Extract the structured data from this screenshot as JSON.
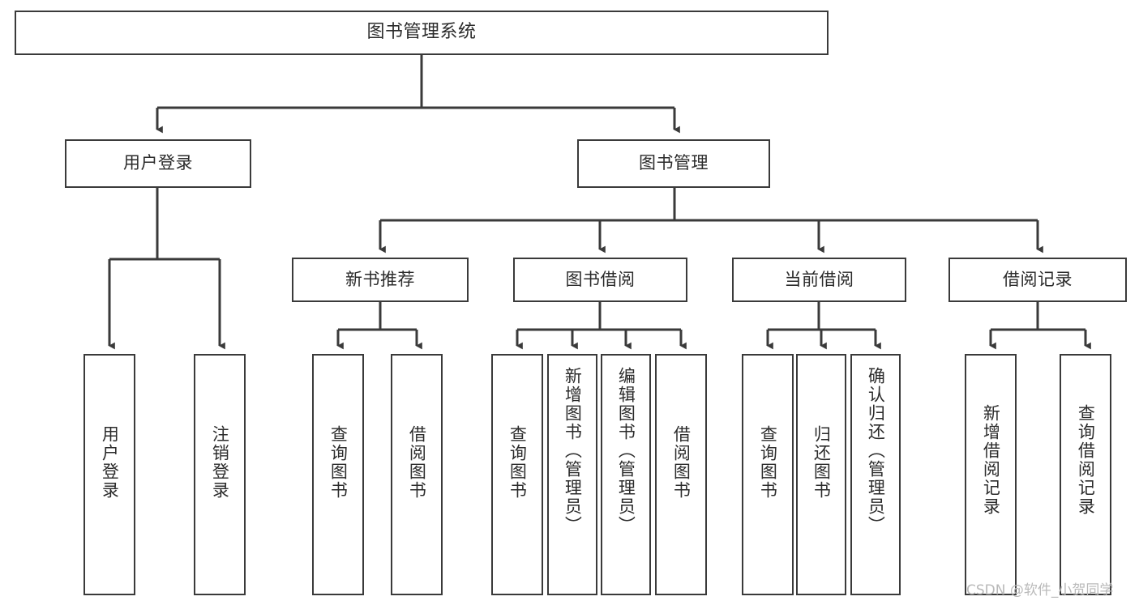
{
  "diagram": {
    "type": "tree-hierarchy-chart",
    "title": "图书管理系统",
    "watermark": "CSDN @软件_小贺同学",
    "colors": {
      "background": "#ffffff",
      "stroke": "#3a3a3a",
      "text": "#2b2b2b",
      "watermark": "#b9b9b9"
    },
    "nodes": {
      "root": {
        "label": "图书管理系统"
      },
      "level2": [
        {
          "id": "user-login",
          "label": "用户登录"
        },
        {
          "id": "book-management",
          "label": "图书管理"
        }
      ],
      "level3": [
        {
          "id": "new-book-recommend",
          "label": "新书推荐"
        },
        {
          "id": "book-borrow",
          "label": "图书借阅"
        },
        {
          "id": "current-borrow",
          "label": "当前借阅"
        },
        {
          "id": "borrow-record",
          "label": "借阅记录"
        }
      ],
      "leaves": {
        "user_login": [
          {
            "id": "leaf-user-login",
            "label": "用户登录"
          },
          {
            "id": "leaf-logout-login",
            "label": "注销登录"
          }
        ],
        "new_book_recommend": [
          {
            "id": "leaf-query-book-1",
            "label": "查询图书"
          },
          {
            "id": "leaf-borrow-book-1",
            "label": "借阅图书"
          }
        ],
        "book_borrow": [
          {
            "id": "leaf-query-book-2",
            "label": "查询图书"
          },
          {
            "id": "leaf-add-book",
            "label": "新增图书（管理员）"
          },
          {
            "id": "leaf-edit-book",
            "label": "编辑图书（管理员）"
          },
          {
            "id": "leaf-borrow-book-2",
            "label": "借阅图书"
          }
        ],
        "current_borrow": [
          {
            "id": "leaf-query-book-3",
            "label": "查询图书"
          },
          {
            "id": "leaf-return-book",
            "label": "归还图书"
          },
          {
            "id": "leaf-confirm-return",
            "label": "确认归还（管理员）"
          }
        ],
        "borrow_record": [
          {
            "id": "leaf-add-record",
            "label": "新增借阅记录"
          },
          {
            "id": "leaf-query-record",
            "label": "查询借阅记录"
          }
        ]
      }
    }
  }
}
